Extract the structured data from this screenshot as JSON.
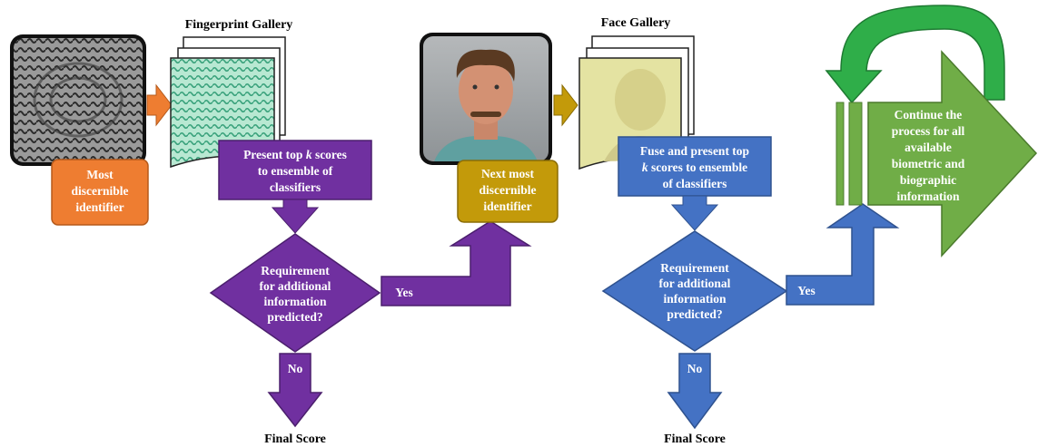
{
  "fingerprint_gallery": {
    "title": "Fingerprint Gallery"
  },
  "face_gallery": {
    "title": "Face Gallery"
  },
  "most_discernible": {
    "lines": [
      "Most",
      "discernible",
      "identifier"
    ]
  },
  "present_top_k": {
    "line1": "Present top ",
    "k": "k",
    "line1_end": " scores",
    "line2": "to ensemble of",
    "line3": "classifiers"
  },
  "decision_1": {
    "lines": [
      "Requirement",
      "for additional",
      "information",
      "predicted?"
    ],
    "yes": "Yes",
    "no": "No"
  },
  "next_most": {
    "lines": [
      "Next most",
      "discernible",
      "identifier"
    ]
  },
  "fuse_top_k": {
    "line1": "Fuse and present top",
    "k": "k",
    "line2_end": " scores to ensemble",
    "line3": "of classifiers"
  },
  "decision_2": {
    "lines": [
      "Requirement",
      "for additional",
      "information",
      "predicted?"
    ],
    "yes": "Yes",
    "no": "No"
  },
  "continue": {
    "lines": [
      "Continue the",
      "process for all",
      "available",
      "biometric and",
      "biographic",
      "information"
    ]
  },
  "final_score_1": "Final Score",
  "final_score_2": "Final Score",
  "colors": {
    "orange": "#ee7d31",
    "purple": "#7030a0",
    "gold": "#c39a0a",
    "blue": "#4472c4",
    "green": "#70ad47",
    "green_loop": "#2fae49",
    "fp_teal": "#a8dcc4",
    "face_yellow": "#e4e3a2"
  },
  "icons": [
    "fingerprint-image",
    "mugshot-photo",
    "loop-arrow-icon"
  ]
}
